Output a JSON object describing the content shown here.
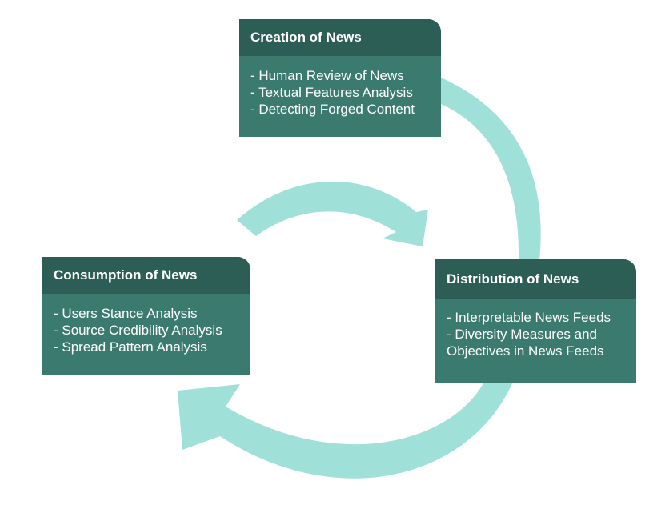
{
  "diagram": {
    "colors": {
      "arrow": "#9fe0d8",
      "box_header": "#2d5e55",
      "box_body": "#3b7a6f",
      "text": "#ffffff"
    },
    "boxes": {
      "creation": {
        "title": "Creation of News",
        "items": [
          "- Human Review of News",
          "- Textual Features Analysis",
          "- Detecting Forged Content"
        ]
      },
      "distribution": {
        "title": "Distribution of News",
        "items": [
          "- Interpretable News Feeds",
          "- Diversity Measures and Objectives in News Feeds"
        ]
      },
      "consumption": {
        "title": "Consumption of News",
        "items": [
          "- Users Stance Analysis",
          "- Source Credibility Analysis",
          "- Spread Pattern Analysis"
        ]
      }
    }
  }
}
